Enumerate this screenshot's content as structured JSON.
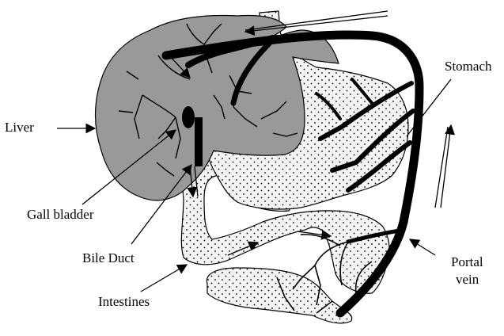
{
  "labels": {
    "liver": "Liver",
    "stomach": "Stomach",
    "gall_bladder": "Gall bladder",
    "bile_duct": "Bile Duct",
    "portal_vein_line1": "Portal",
    "portal_vein_line2": "vein",
    "intestines": "Intestines"
  },
  "colors": {
    "liver_fill": "#999999",
    "organ_outline": "#000000",
    "dotted_fill": "#f4f4f4",
    "vessel": "#000000"
  }
}
